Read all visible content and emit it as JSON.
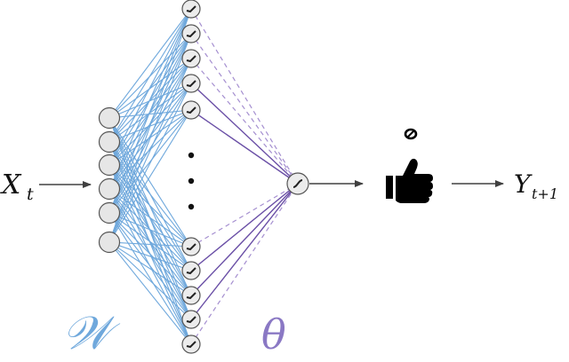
{
  "input_label": "X",
  "input_subscript": "t",
  "output_label": "Y",
  "output_subscript": "t+1",
  "weights_label": "𝒲",
  "theta_label": "θ",
  "colors": {
    "weights": "#6fa8dc",
    "theta": "#6a4fa6",
    "theta_dashed": "#a58fd0",
    "node_fill": "#e6e6e6",
    "node_stroke": "#555555",
    "arrow": "#404040"
  },
  "icons": {
    "activation_node": "sigmoid-curve-icon",
    "decision": "thumbs-up-icon",
    "decision_badge": "coin-icon"
  }
}
